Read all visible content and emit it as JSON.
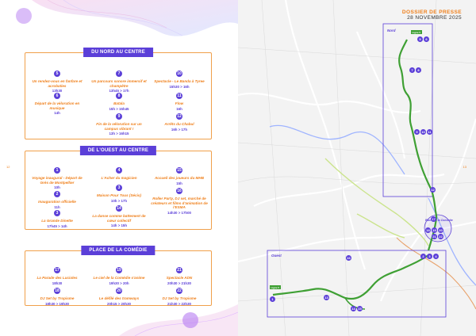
{
  "left": {
    "page_number": "12",
    "sections": [
      {
        "title": "DU NORD AU CENTRE",
        "events": [
          {
            "num": "5",
            "title": "Un rendez-vous en fanfare et acrobaties",
            "time": "13h30"
          },
          {
            "num": "7",
            "title": "Un parcours sonore immersif et champêtre",
            "time": "13h45 > 17h"
          },
          {
            "num": "10",
            "title": "Spectacle - Le Banda à Tyree",
            "time": "15h30 > 16h"
          },
          {
            "num": "6",
            "title": "Départ de la vélorution en musique",
            "time": "14h"
          },
          {
            "num": "8",
            "title": "Batala",
            "time": "15h > 15h45"
          },
          {
            "num": "11",
            "title": "Flow",
            "time": "16h"
          },
          {
            "num": "9",
            "title": "Fin de la vélorution sur un campus vibrant !",
            "time": "13h > 16h15"
          },
          {
            "num": "12",
            "title": "Arrêts du Chabul",
            "time": "16h > 17h"
          }
        ]
      },
      {
        "title": "DE L'OUEST AU CENTRE",
        "events": [
          {
            "num": "1",
            "title": "Voyage inaugural - Départ de Grés de Montpellier",
            "time": "10h"
          },
          {
            "num": "4",
            "title": "L'Acher du magicien",
            "time": ""
          },
          {
            "num": "15",
            "title": "Accueil des joueurs du MHB",
            "time": "15h"
          },
          {
            "num": "2",
            "title": "Inauguration officielle",
            "time": "11h"
          },
          {
            "num": "3",
            "title": "Maison Pour Tous (Sécis)",
            "time": "10h > 17h"
          },
          {
            "num": "16",
            "title": "Roller Party, DJ set, marché de créateurs et films d'animation de l'ESMA",
            "time": "14h30 > 17h00"
          },
          {
            "num": "3",
            "title": "La Grande Dinette",
            "time": "17h45 > 14h"
          },
          {
            "num": "14",
            "title": "La danse comme battement de cœur collectif",
            "time": "14h > 15h"
          }
        ]
      },
      {
        "title": "PLACE DE LA COMÉDIE",
        "events": [
          {
            "num": "17",
            "title": "La Parade des Lucioles",
            "time": "18h30"
          },
          {
            "num": "19",
            "title": "Le ciel de la Comédie s'anime",
            "time": "19h30 > 20h"
          },
          {
            "num": "21",
            "title": "Spectacle ADN",
            "time": "20h30 > 21h30"
          },
          {
            "num": "18",
            "title": "DJ Set by Tropisme",
            "time": "18h30 > 19h30"
          },
          {
            "num": "20",
            "title": "Le défilé des tramways",
            "time": "20h15 > 20h30"
          },
          {
            "num": "22",
            "title": "DJ Set by Tropisme",
            "time": "21h30 > 22h30"
          }
        ]
      }
    ]
  },
  "right": {
    "page_number": "13",
    "header_title": "DOSSIER DE PRESSE",
    "header_date": "28 NOVEMBRE 2025",
    "zone_north": "Nord",
    "zone_west": "Ouest",
    "zone_center": "Place de la Comédie",
    "tram_label": "Ligne 5",
    "accent_orange": "#ef7f1a",
    "accent_purple": "#5b3fd8",
    "tram_green": "#3fa034"
  }
}
